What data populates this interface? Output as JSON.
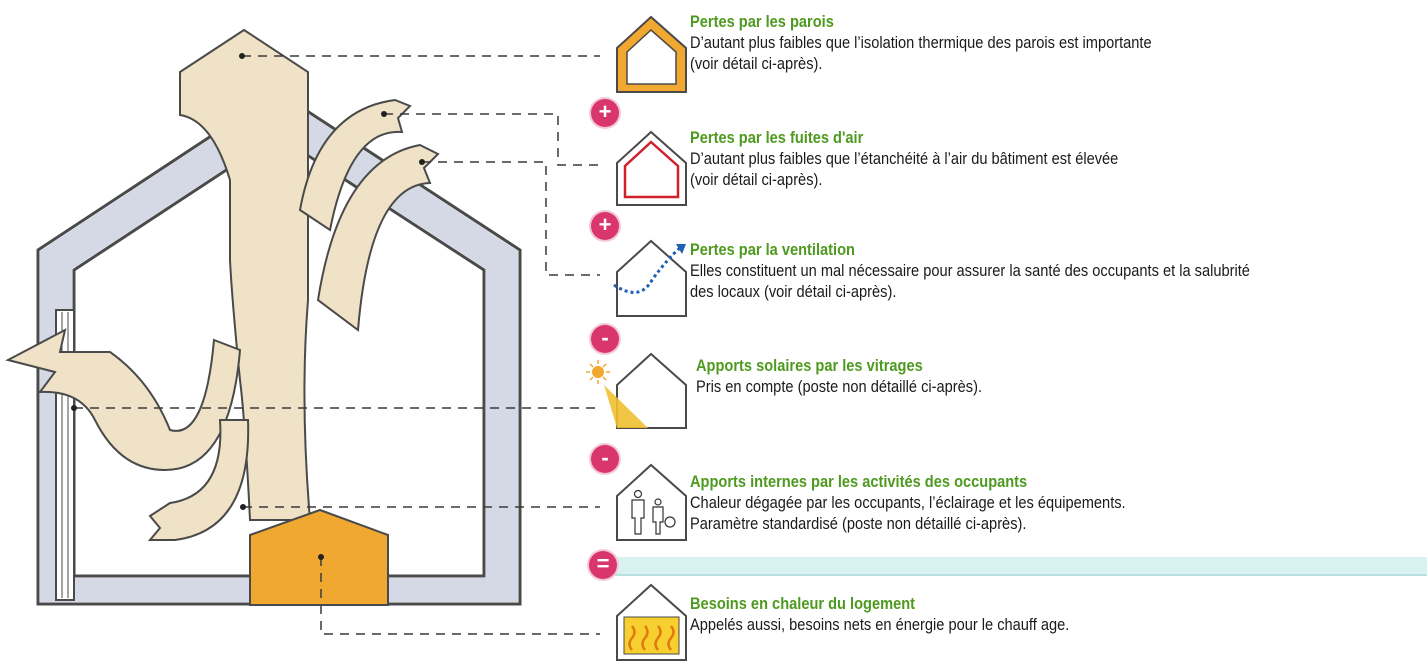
{
  "items": [
    {
      "title": "Pertes par les parois",
      "desc": [
        "D’autant plus faibles que l’isolation thermique des parois est importante",
        "(voir détail ci-après)."
      ],
      "icon": "house-walls-insulation-icon"
    },
    {
      "title": "Pertes par les fuites d'air",
      "desc": [
        "D’autant plus faibles que l’étanchéité à l’air du bâtiment est élevée",
        "(voir détail ci-après)."
      ],
      "icon": "house-airtightness-icon"
    },
    {
      "title": "Pertes par la ventilation",
      "desc": [
        "Elles constituent un mal nécessaire pour assurer la santé des occupants et la salubrité",
        "des locaux (voir détail ci-après)."
      ],
      "icon": "house-ventilation-icon"
    },
    {
      "title": "Apports solaires par les vitrages",
      "desc": [
        "Pris en compte (poste non détaillé ci-après)."
      ],
      "icon": "house-solar-gain-icon"
    },
    {
      "title": "Apports internes par les activités des occupants",
      "desc": [
        "Chaleur dégagée par les occupants, l’éclairage et les équipements.",
        "Paramètre standardisé (poste non détaillé ci-après)."
      ],
      "icon": "house-occupants-icon"
    },
    {
      "title": "Besoins en chaleur du logement",
      "desc": [
        "Appelés aussi, besoins nets en énergie pour le chauff age."
      ],
      "icon": "house-heating-icon"
    }
  ],
  "operators": [
    "+",
    "+",
    "-",
    "-",
    "="
  ],
  "colors": {
    "title_green": "#4e9a1f",
    "operator_pink": "#d9366d",
    "flow_beige": "#efe2c6",
    "wall_gray": "#d5d9e6",
    "heat_orange": "#f0a830",
    "air_red": "#d0202a",
    "vent_blue": "#1f5fb0",
    "result_bar": "#d8f2f2"
  }
}
